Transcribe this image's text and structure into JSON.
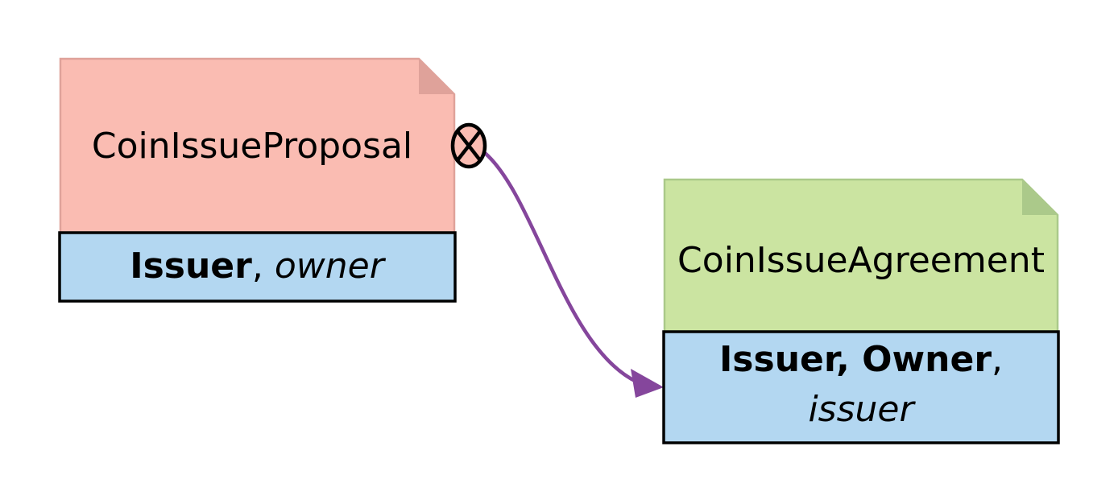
{
  "colors": {
    "background": "#FFFFFF",
    "proposal_fill": "#FABCB2",
    "proposal_edge": "#DFA29A",
    "agreement_fill": "#CBE4A1",
    "agreement_edge": "#ABC98A",
    "band_fill": "#B3D7F1",
    "band_border": "#000000",
    "arrow": "#85469C",
    "text": "#000000"
  },
  "proposal_card": {
    "title": "CoinIssueProposal",
    "band": {
      "signatory_bold": "Issuer",
      "separator": ", ",
      "controller_italic": "owner"
    }
  },
  "agreement_card": {
    "title": "CoinIssueAgreement",
    "band": {
      "line1_bold": "Issuer, Owner",
      "line1_separator": ",",
      "line2_italic": "issuer"
    }
  },
  "connector": {
    "icon": "circle-x"
  }
}
